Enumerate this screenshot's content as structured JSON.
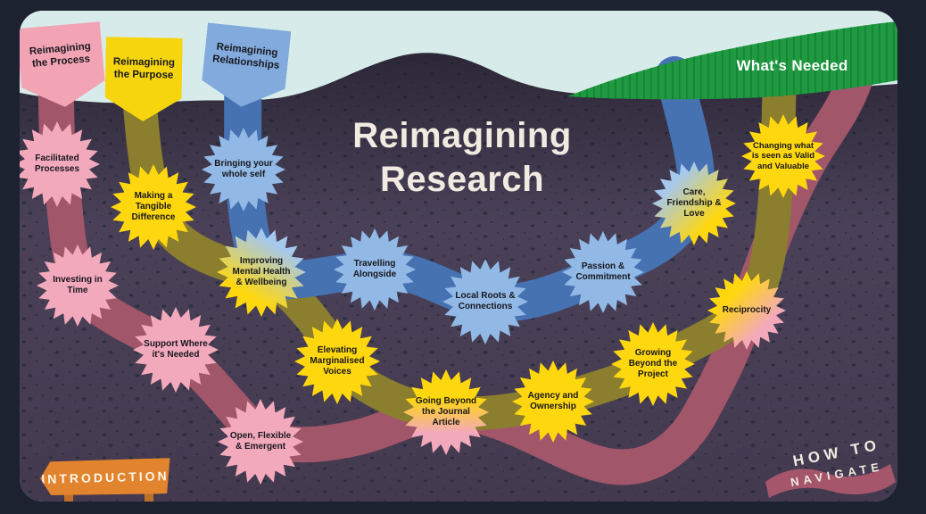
{
  "page": {
    "title_line1": "Reimagining",
    "title_line2": "Research",
    "section_label": "What's Needed"
  },
  "flags": [
    {
      "label": "Reimagining the Process",
      "color": "#f2a4b4"
    },
    {
      "label": "Reimagining the Purpose",
      "color": "#f6d50e"
    },
    {
      "label": "Reimagining Relationships",
      "color": "#82aadc"
    }
  ],
  "routes": [
    {
      "name": "process",
      "color": "#a2566a"
    },
    {
      "name": "purpose",
      "color": "#8b7e2e"
    },
    {
      "name": "relationships",
      "color": "#4672b2"
    }
  ],
  "nodes": [
    {
      "label": "Facilitated Processes",
      "route": "process",
      "color": "#f3a9bc"
    },
    {
      "label": "Investing in Time",
      "route": "process",
      "color": "#f3a9bc"
    },
    {
      "label": "Support Where it's Needed",
      "route": "process",
      "color": "#f3a9bc"
    },
    {
      "label": "Open, Flexible & Emergent",
      "route": "process",
      "color": "#f3a9bc"
    },
    {
      "label": "Making a Tangible Difference",
      "route": "purpose",
      "color": "#ffd70e"
    },
    {
      "label": "Improving Mental Health & Wellbeing",
      "route": "purpose+relationships",
      "color": "#a6c8ec/#ffd70e"
    },
    {
      "label": "Elevating Marginalised Voices",
      "route": "purpose",
      "color": "#ffd70e"
    },
    {
      "label": "Going Beyond the Journal Article",
      "route": "purpose+process",
      "color": "#ffd70e/#f3a9bc"
    },
    {
      "label": "Agency and Ownership",
      "route": "purpose",
      "color": "#ffd70e"
    },
    {
      "label": "Growing Beyond the Project",
      "route": "purpose",
      "color": "#ffd70e"
    },
    {
      "label": "Reciprocity",
      "route": "purpose+process",
      "color": "#ffd70e/#f3a9bc"
    },
    {
      "label": "Changing what is seen as Valid and Valuable",
      "route": "purpose",
      "color": "#ffd70e"
    },
    {
      "label": "Bringing your whole self",
      "route": "relationships",
      "color": "#92b9e6"
    },
    {
      "label": "Travelling Alongside",
      "route": "relationships",
      "color": "#92b9e6"
    },
    {
      "label": "Local Roots & Connections",
      "route": "relationships",
      "color": "#92b9e6"
    },
    {
      "label": "Passion & Commitment",
      "route": "relationships",
      "color": "#92b9e6"
    },
    {
      "label": "Care, Friendship & Love",
      "route": "relationships+purpose",
      "color": "#a6c8ec/#ffd70e"
    }
  ],
  "signs": {
    "introduction": "INTRODUCTION",
    "how_to_line1": "HOW TO",
    "how_to_line2": "NAVIGATE"
  },
  "palette": {
    "frame": "#1d2230",
    "sky": "#d7ecea",
    "ground": "#4a4158",
    "ground_dark": "#2c2737",
    "speckle": "#16242e",
    "hill_green": "#1f9a40",
    "hill_hatch": "#127b33",
    "title_cream": "#f1eae0",
    "sign_orange": "#e2842d",
    "sign_post": "#bf7026",
    "ribbon_maroon": "#a5566b"
  }
}
